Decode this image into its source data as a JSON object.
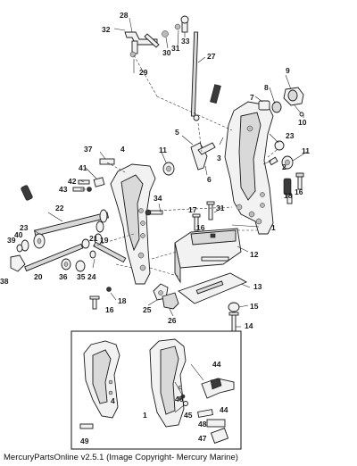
{
  "footer": "MercuryPartsOnline v2.5.1 (Image Copyright- Mercury Marine)",
  "callouts": [
    "1",
    "2",
    "3",
    "4",
    "5",
    "6",
    "7",
    "8",
    "9",
    "10",
    "11",
    "12",
    "13",
    "14",
    "15",
    "16",
    "17",
    "18",
    "19",
    "20",
    "21",
    "22",
    "23",
    "24",
    "25",
    "26",
    "27",
    "28",
    "29",
    "30",
    "31",
    "32",
    "33",
    "34",
    "35",
    "36",
    "37",
    "38",
    "39",
    "40",
    "41",
    "42",
    "43",
    "44",
    "45",
    "46",
    "47",
    "48",
    "49"
  ]
}
